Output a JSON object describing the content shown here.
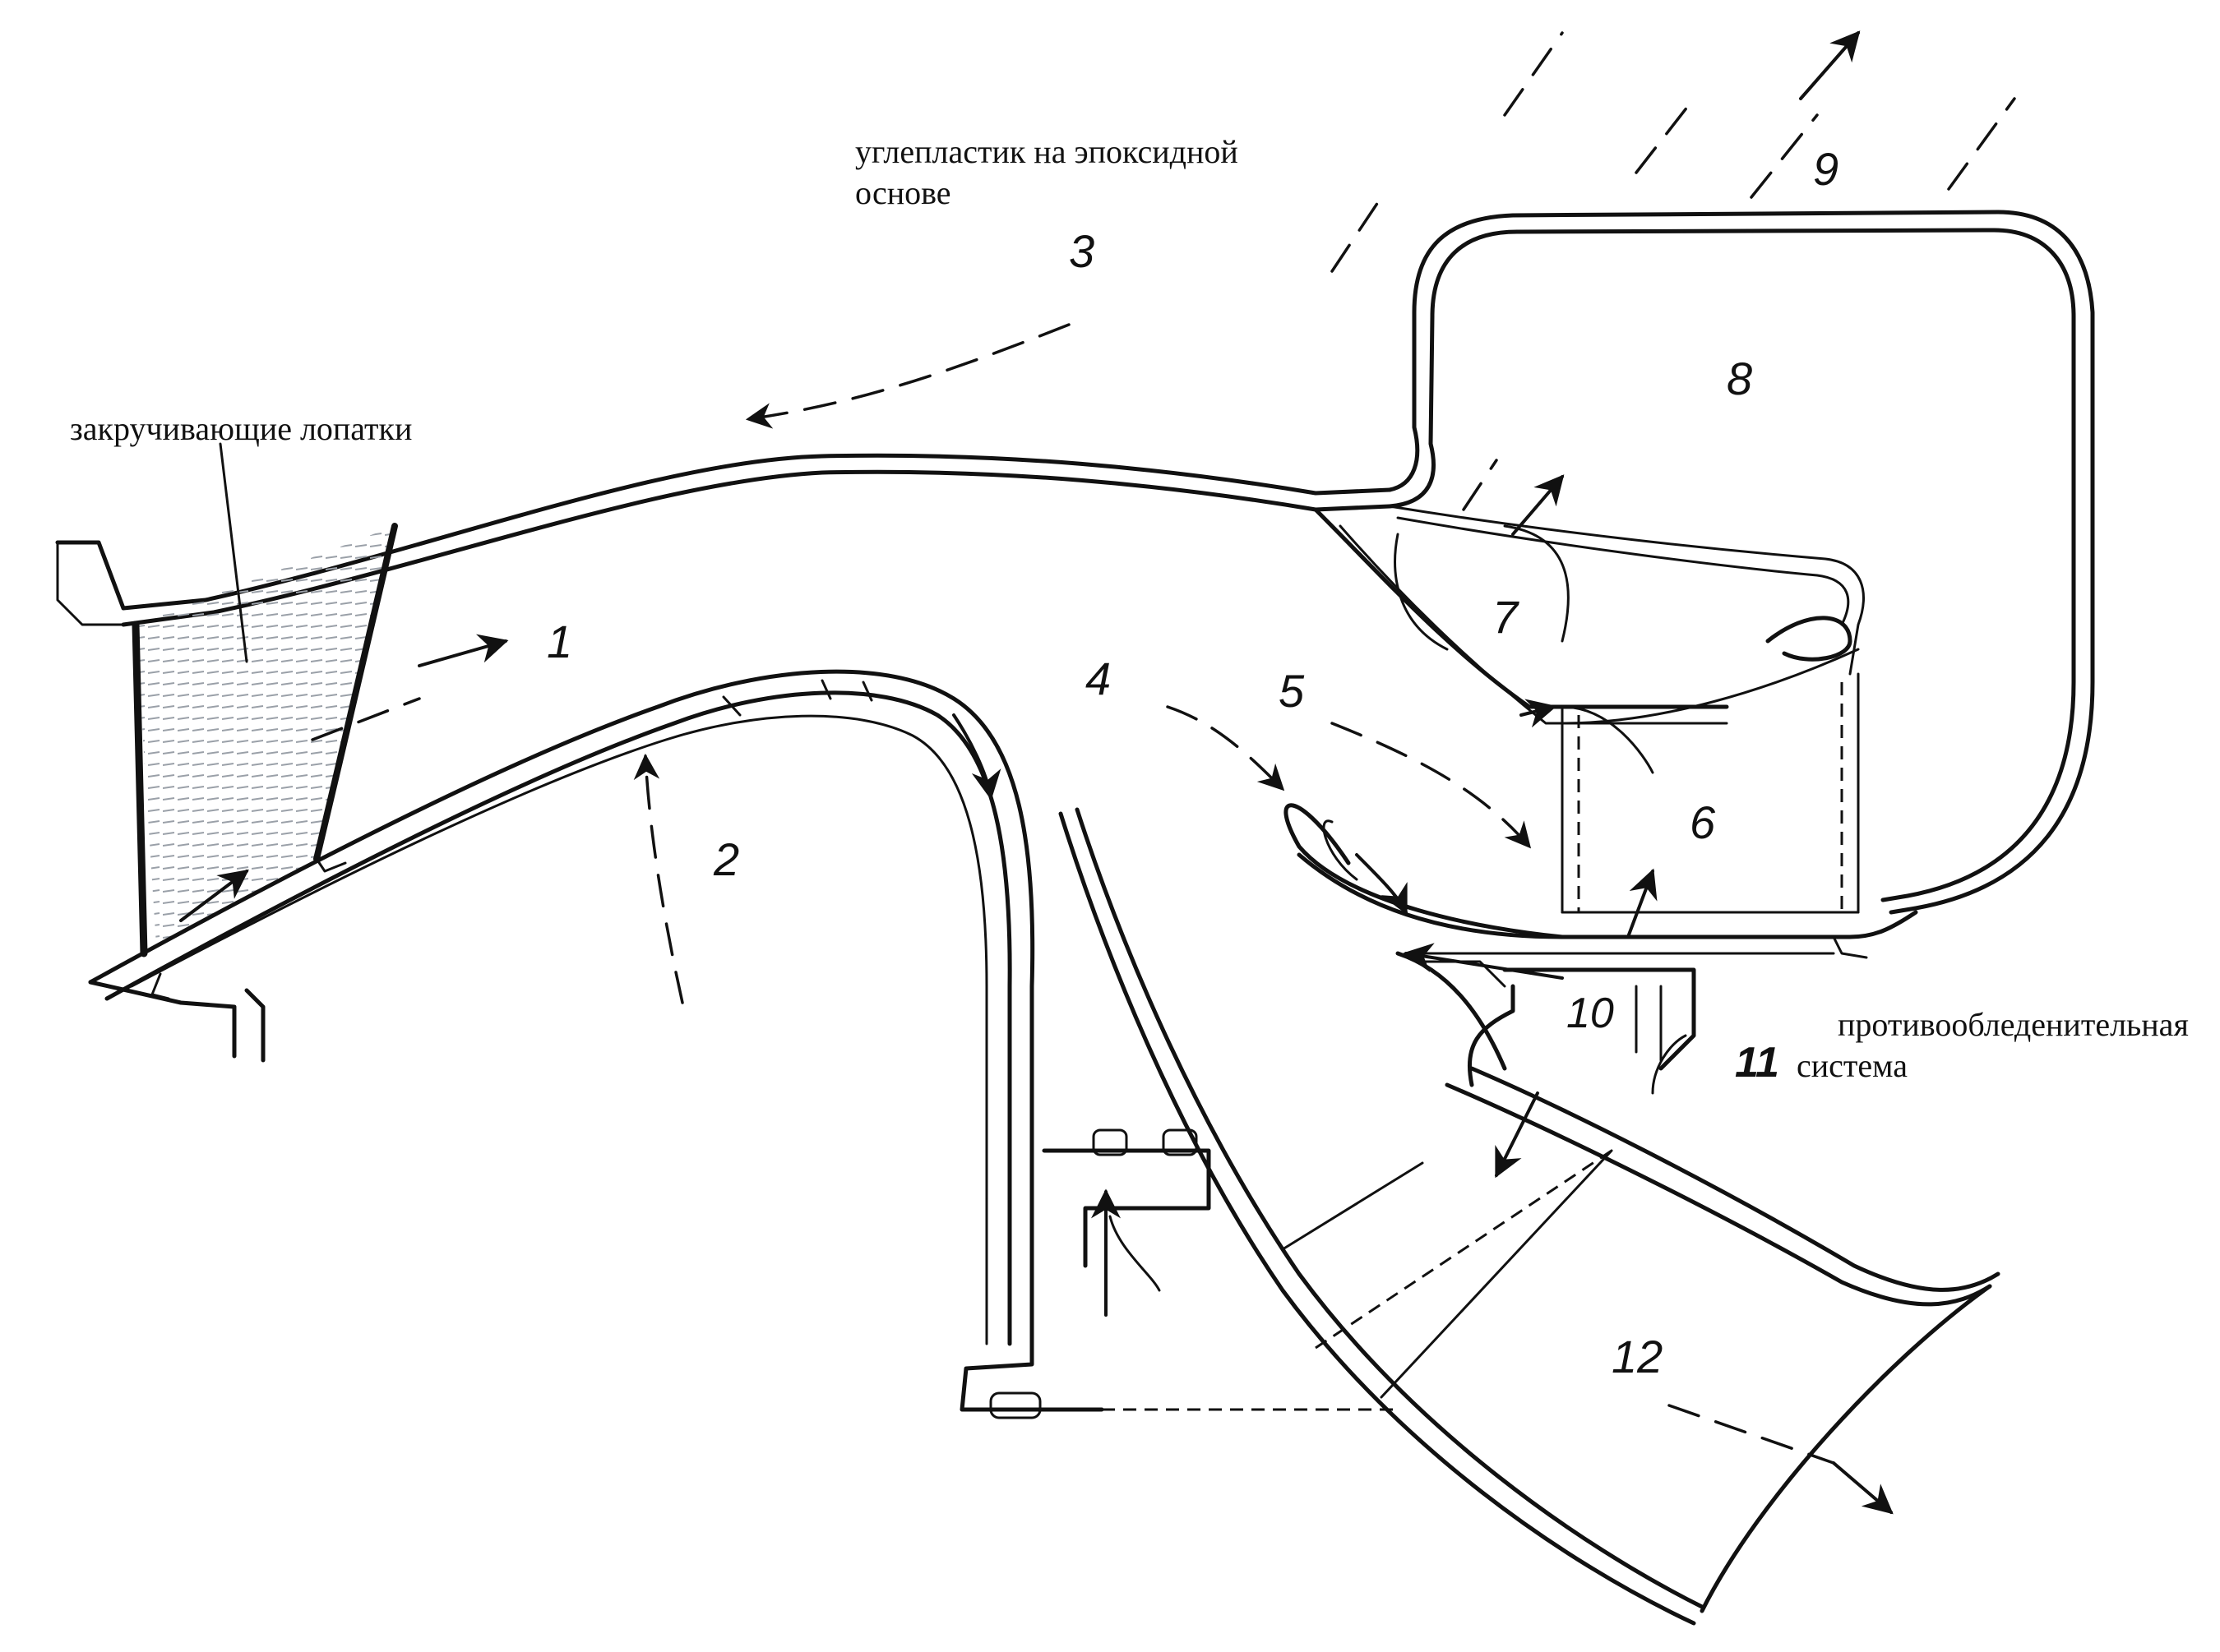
{
  "labels": {
    "material_line1": "углепластик на эпоксидной",
    "material_line2": "основе",
    "swirl_vanes": "закручивающие лопатки",
    "anti_ice_line1": "противообледенительная",
    "anti_ice_line2": "система"
  },
  "numbers": {
    "n1": "1",
    "n2": "2",
    "n3": "3",
    "n4": "4",
    "n5": "5",
    "n6": "6",
    "n7": "7",
    "n8": "8",
    "n9": "9",
    "n10": "10",
    "n11": "11",
    "n12": "12"
  },
  "colors": {
    "ink": "#111111",
    "background": "#ffffff",
    "vane_hatch": "#9aa0a8"
  }
}
